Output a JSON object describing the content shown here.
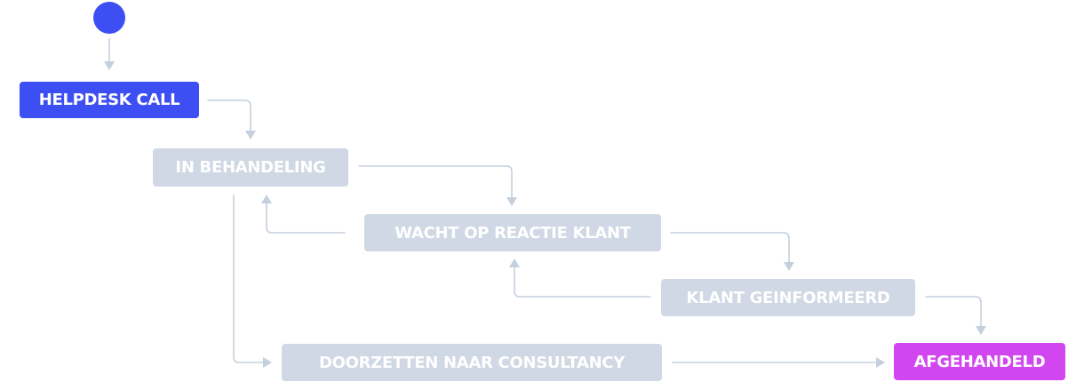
{
  "colors": {
    "primary": "#3d4ff2",
    "inactive": "#cfd8e4",
    "final": "#d246f0",
    "connector": "#c5d0de"
  },
  "nodes": {
    "helpdesk_call": "HELPDESK CALL",
    "in_behandeling": "IN BEHANDELING",
    "wacht_op_reactie_klant": "WACHT OP REACTIE KLANT",
    "klant_geinformeerd": "KLANT GEINFORMEERD",
    "doorzetten_naar_consultancy": "DOORZETTEN NAAR CONSULTANCY",
    "afgehandeld": "AFGEHANDELD"
  }
}
